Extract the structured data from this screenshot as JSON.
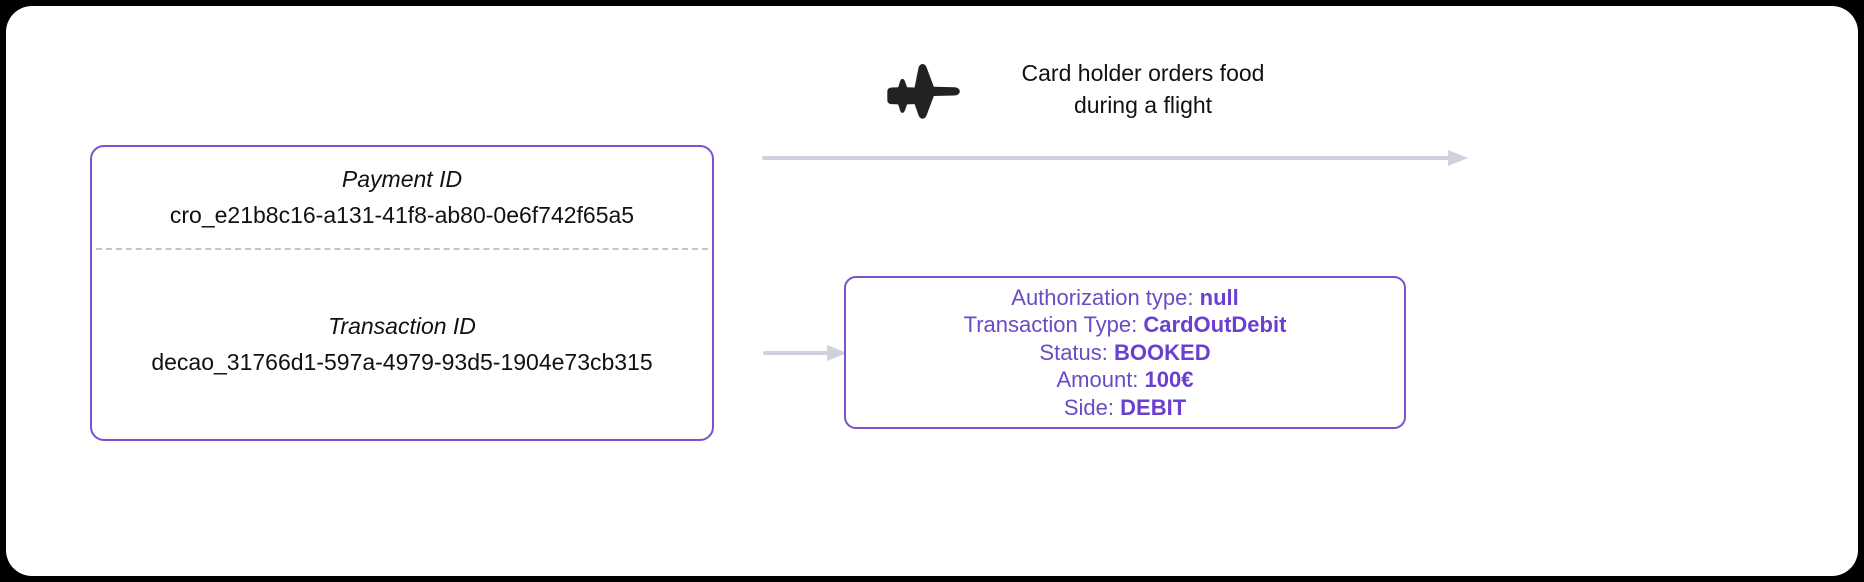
{
  "diagram": {
    "payment_card": {
      "payment_id_label": "Payment ID",
      "payment_id_value": "cro_e21b8c16-a131-41f8-ab80-0e6f742f65a5",
      "transaction_id_label": "Transaction ID",
      "transaction_id_value": "decao_31766d1-597a-4979-93d5-1904e73cb315"
    },
    "flight": {
      "icon": "airplane-icon",
      "caption_line1": "Card holder orders food",
      "caption_line2": "during a flight"
    },
    "transaction_details": {
      "rows": [
        {
          "label": "Authorization type:",
          "value": "null"
        },
        {
          "label": "Transaction Type:",
          "value": "CardOutDebit"
        },
        {
          "label": "Status:",
          "value": "BOOKED"
        },
        {
          "label": "Amount:",
          "value": "100€"
        },
        {
          "label": "Side:",
          "value": "DEBIT"
        }
      ]
    },
    "colors": {
      "accent_purple": "#7B52CE",
      "detail_text": "#6B4BC4",
      "arrow_gray": "#CFD2DE",
      "divider_gray": "#BFC4D4",
      "text_dark": "#111111",
      "frame_black": "#000000",
      "surface_white": "#ffffff"
    }
  }
}
